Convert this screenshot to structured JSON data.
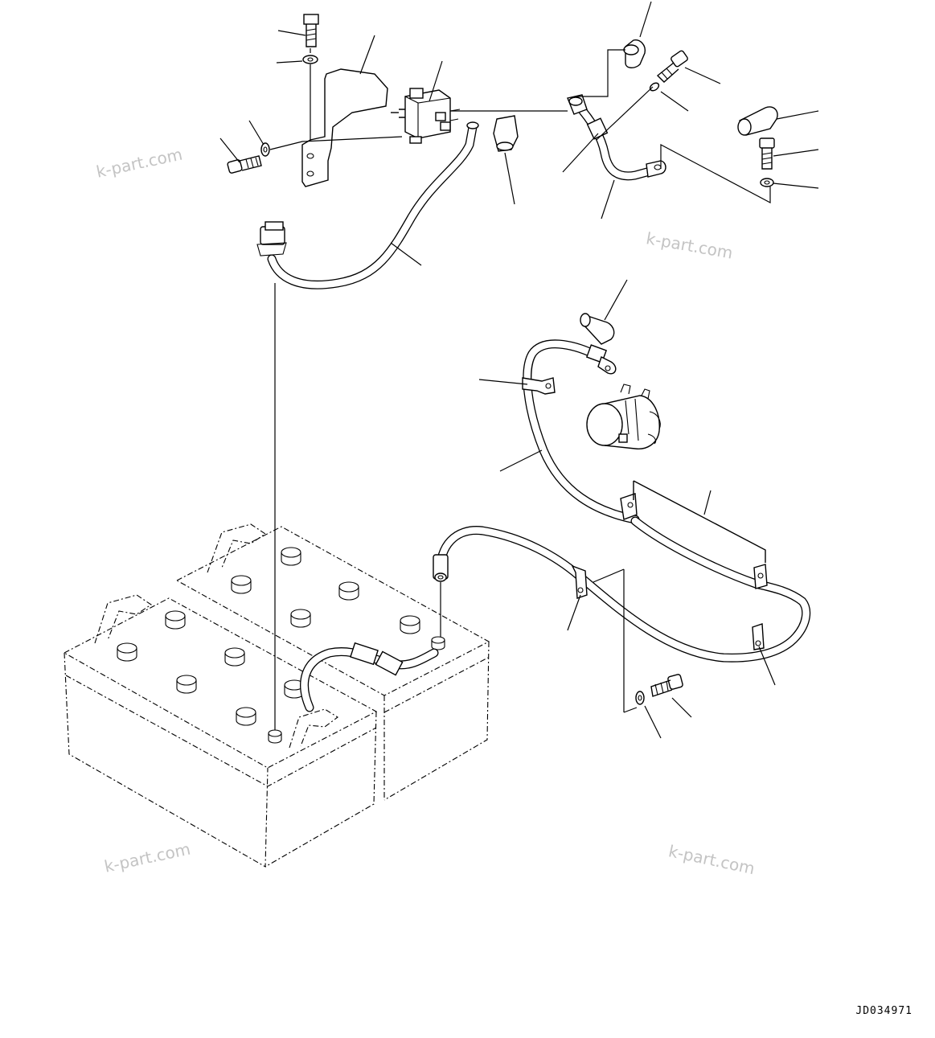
{
  "watermark": "k-part.com",
  "drawing_id": "JD034971",
  "components": [
    "battery-pair",
    "battery-relay",
    "relay-bracket",
    "cable-battery-to-relay",
    "cable-relay-to-starter",
    "cable-ground",
    "cable-battery-to-starter",
    "starter-motor",
    "terminal-cap",
    "clamp",
    "bolt",
    "washer"
  ],
  "colors": {
    "line": "#000000",
    "watermark": "#c4c4c4",
    "background": "#ffffff"
  }
}
